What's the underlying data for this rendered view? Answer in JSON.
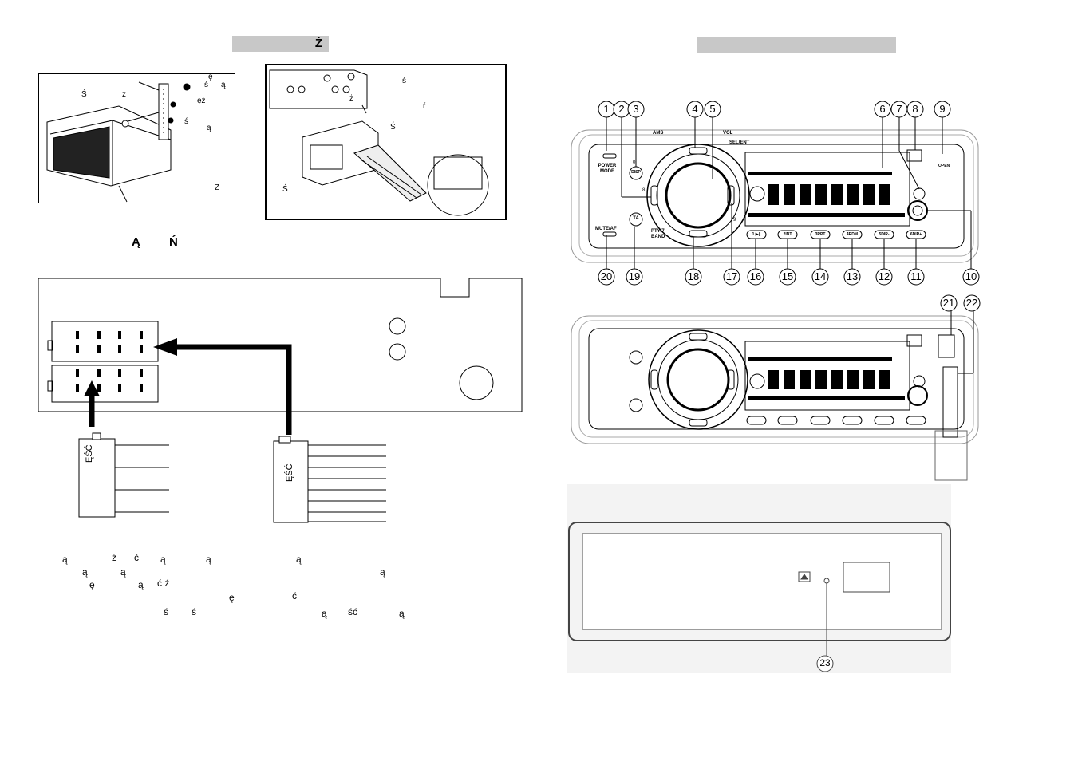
{
  "left_header": {
    "glyph": "Ż"
  },
  "install_fig_a": {
    "labels": [
      "ę",
      "ś",
      "ą",
      "Ś",
      "ż",
      "ęż",
      "ś",
      "ą",
      "Ż"
    ]
  },
  "install_fig_b": {
    "labels": [
      "ś",
      "ŕ",
      "ż",
      "Ś",
      "Ś"
    ]
  },
  "section_heading": {
    "a": "Ą",
    "b": "Ń"
  },
  "connector_labels": {
    "left_plug": "ĘŚĆ",
    "right_plug": "ĘŚĆ"
  },
  "body_glyphs": {
    "line1": [
      "ą",
      "ż",
      "ć",
      "ą",
      "ą",
      "ą"
    ],
    "line2": [
      "ą",
      "ą",
      "ą"
    ],
    "line3": [
      "ę",
      "ą",
      "ć ź"
    ],
    "line4": [
      "ę",
      "ć"
    ],
    "line5": [
      "ś",
      "ś",
      "ą",
      "ść",
      "ą"
    ]
  },
  "radio_labels": {
    "power_mode": [
      "POWER",
      "MODE"
    ],
    "disp": "DISP",
    "ta": "TA",
    "mute": "MUTE/AF",
    "ams": "AMS",
    "vol": "VOL",
    "sel_ent": "SEL/ENT",
    "pty_band": [
      "PTY/7",
      "BAND"
    ],
    "open": "OPEN",
    "presets": [
      "1 ▶||",
      "2INT",
      "3RPT",
      "4RDM",
      "5DIR-",
      "6DIR+"
    ],
    "key_0": "0",
    "key_8": "8",
    "key_9": "9"
  },
  "callouts_top": [
    "1",
    "2",
    "3",
    "4",
    "5",
    "6",
    "7",
    "8",
    "9"
  ],
  "callouts_bottom": [
    "20",
    "19",
    "18",
    "17",
    "16",
    "15",
    "14",
    "13",
    "12",
    "11",
    "10"
  ],
  "callouts_mid": [
    "21",
    "22"
  ],
  "callout_rear": "23"
}
